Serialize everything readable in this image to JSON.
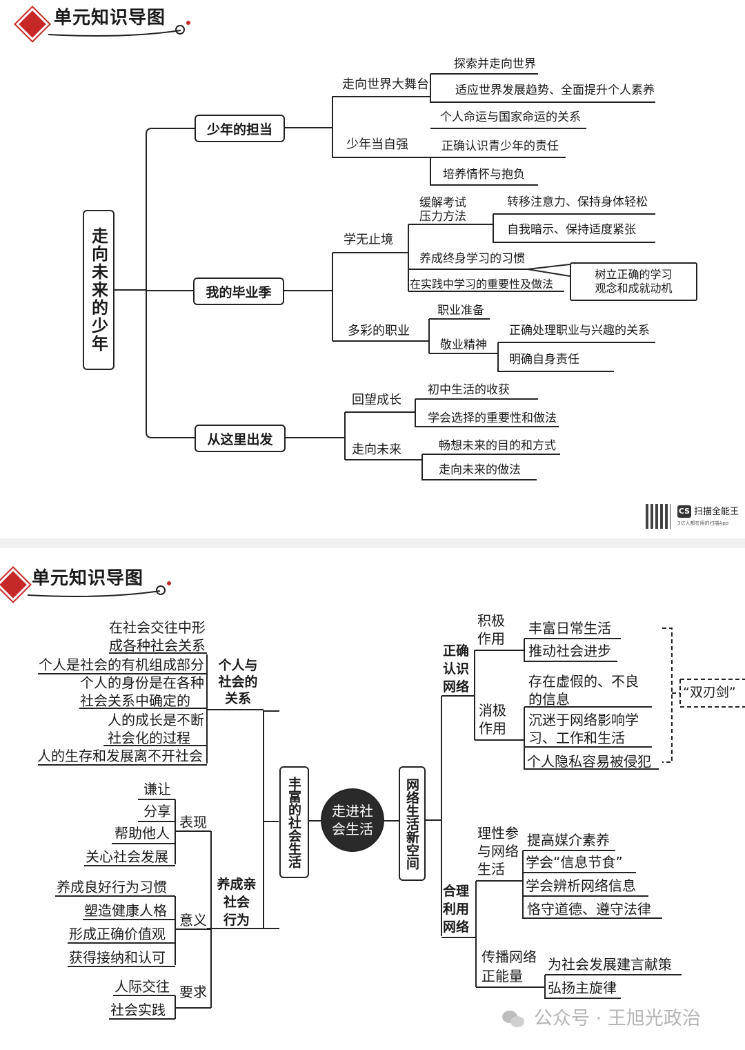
{
  "headers": {
    "top": "单元知识导图",
    "bottom": "单元知识导图"
  },
  "map1": {
    "root": "走向未来的少年",
    "b1": {
      "title": "少年的担当",
      "s1": {
        "label": "走向世界大舞台",
        "items": [
          "探索并走向世界",
          "适应世界发展趋势、全面提升个人素养"
        ]
      },
      "s2": {
        "label": "少年当自强",
        "items": [
          "个人命运与国家命运的关系",
          "正确认识青少年的责任",
          "培养情怀与抱负"
        ]
      }
    },
    "b2": {
      "title": "我的毕业季",
      "s1": {
        "label": "学无止境",
        "relief_a": "缓解考试",
        "relief_b": "压力方法",
        "relief_items": [
          "转移注意力、保持身体轻松",
          "自我暗示、保持适度紧张"
        ],
        "habit": "养成终身学习的习惯",
        "practice": "在实践中学习的重要性及做法",
        "note_a": "树立正确的学习",
        "note_b": "观念和成就动机"
      },
      "s2": {
        "label": "多彩的职业",
        "prep": "职业准备",
        "spirit": "敬业精神",
        "spirit_items": [
          "正确处理职业与兴趣的关系",
          "明确自身责任"
        ]
      }
    },
    "b3": {
      "title": "从这里出发",
      "s1": {
        "label": "回望成长",
        "items": [
          "初中生活的收获",
          "学会选择的重要性和做法"
        ]
      },
      "s2": {
        "label": "走向未来",
        "items": [
          "畅想未来的目的和方式",
          "走向未来的做法"
        ]
      }
    }
  },
  "scanner": {
    "brand": "扫描全能王",
    "tagline": "3亿人都在用的扫描App",
    "logo": "CS"
  },
  "map2": {
    "center_a": "走进社",
    "center_b": "会生活",
    "left_main": "丰富的社会生活",
    "right_main": "网络生活新空间",
    "rel": {
      "title_a": "个人与",
      "title_b": "社会的",
      "title_c": "关系",
      "items": [
        "在社会交往中形",
        "成各种社会关系",
        "个人是社会的有机组成部分",
        "个人的身份是在各种",
        "社会关系中确定的",
        "人的成长是不断",
        "社会化的过程",
        "人的生存和发展离不开社会"
      ]
    },
    "pro": {
      "title_a": "养成亲",
      "title_b": "社会",
      "title_c": "行为",
      "show": "表现",
      "show_items": [
        "谦让",
        "分享",
        "帮助他人",
        "关心社会发展"
      ],
      "mean": "意义",
      "mean_items": [
        "养成良好行为习惯",
        "塑造健康人格",
        "形成正确价值观",
        "获得接纳和认可"
      ],
      "req": "要求",
      "req_items": [
        "人际交往",
        "社会实践"
      ]
    },
    "know": {
      "title": "正确认识网络",
      "pos_a": "积极",
      "pos_b": "作用",
      "pos_items": [
        "丰富日常生活",
        "推动社会进步"
      ],
      "neg_a": "消极",
      "neg_b": "作用",
      "neg_items": [
        "存在虚假的、不良",
        "的信息",
        "沉迷于网络影响学",
        "习、工作和生活",
        "个人隐私容易被侵犯"
      ],
      "sword": "“双刃剑”"
    },
    "use": {
      "title": "合理利用网络",
      "part_a": "理性参",
      "part_b": "与网络",
      "part_c": "生活",
      "part_items": [
        "提高媒介素养",
        "学会“信息节食”",
        "学会辨析网络信息",
        "恪守道德、遵守法律"
      ],
      "spread_a": "传播网络",
      "spread_b": "正能量",
      "spread_items": [
        "为社会发展建言献策",
        "弘扬主旋律"
      ]
    },
    "watermark": "公众号 · 王旭光政治"
  }
}
